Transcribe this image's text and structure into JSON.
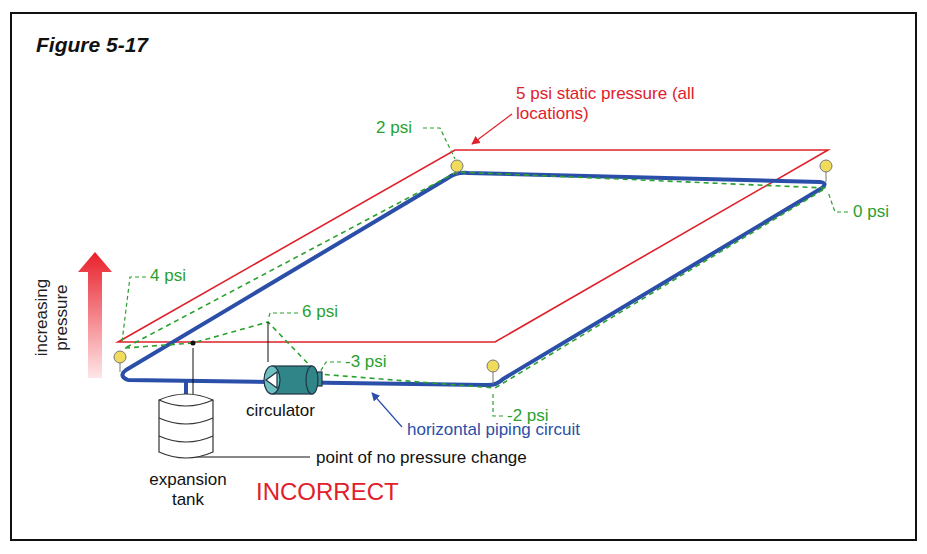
{
  "diagram": {
    "title": "Figure 5-17",
    "labels": [
      "5 psi static pressure (all locations)",
      "2 psi",
      "0 psi",
      "4 psi",
      "6 psi",
      "-3 psi",
      "-2 psi",
      "increasing pressure",
      "circulator",
      "horizontal piping circuit",
      "point of no pressure change",
      "expansion tank",
      "INCORRECT"
    ]
  }
}
